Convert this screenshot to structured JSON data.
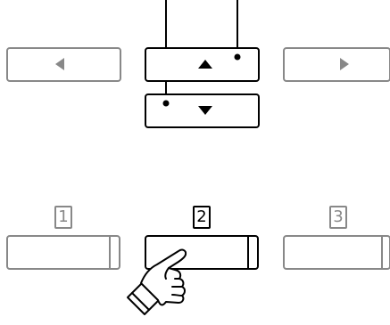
{
  "buttons": {
    "left": {
      "icon": "triangle-left-icon",
      "state": "inactive"
    },
    "right": {
      "icon": "triangle-right-icon",
      "state": "inactive"
    },
    "up": {
      "icon": "triangle-up-icon",
      "state": "active"
    },
    "down": {
      "icon": "triangle-down-icon",
      "state": "active"
    }
  },
  "keys": [
    {
      "label": "1",
      "state": "inactive"
    },
    {
      "label": "2",
      "state": "active"
    },
    {
      "label": "3",
      "state": "inactive"
    }
  ],
  "colors": {
    "active": "#000000",
    "inactive": "#888888",
    "background": "#ffffff"
  },
  "pointer": {
    "icon": "pointing-hand-icon"
  }
}
